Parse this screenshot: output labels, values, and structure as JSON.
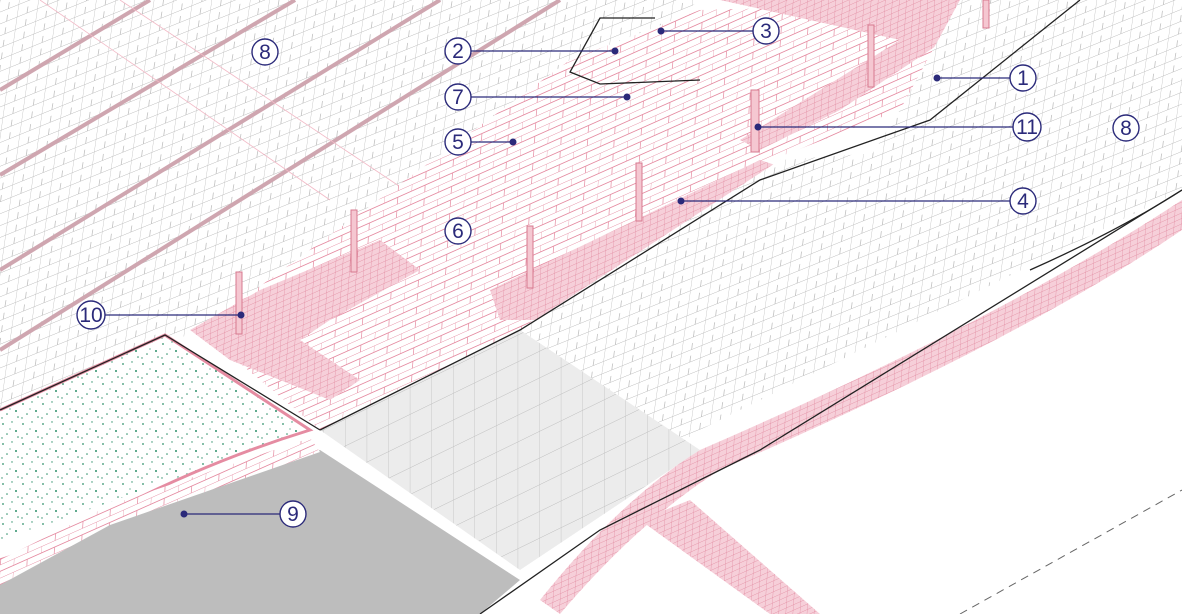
{
  "diagram": {
    "callouts": [
      {
        "id": "1",
        "label": "1"
      },
      {
        "id": "2",
        "label": "2"
      },
      {
        "id": "3",
        "label": "3"
      },
      {
        "id": "4",
        "label": "4"
      },
      {
        "id": "5",
        "label": "5"
      },
      {
        "id": "6",
        "label": "6"
      },
      {
        "id": "7",
        "label": "7"
      },
      {
        "id": "8a",
        "label": "8"
      },
      {
        "id": "8b",
        "label": "8"
      },
      {
        "id": "9",
        "label": "9"
      },
      {
        "id": "10",
        "label": "10"
      },
      {
        "id": "11",
        "label": "11"
      }
    ]
  },
  "colors": {
    "paving_line": "#e88aa0",
    "paving_light": "#f7d6de",
    "road_grid": "#b5b5b5",
    "leader": "#2b2a7a",
    "callout_ring": "#2b2a7a",
    "asphalt": "#bdbdbd",
    "planting_dot": "#2e8f6a",
    "edge_line": "#222222"
  }
}
